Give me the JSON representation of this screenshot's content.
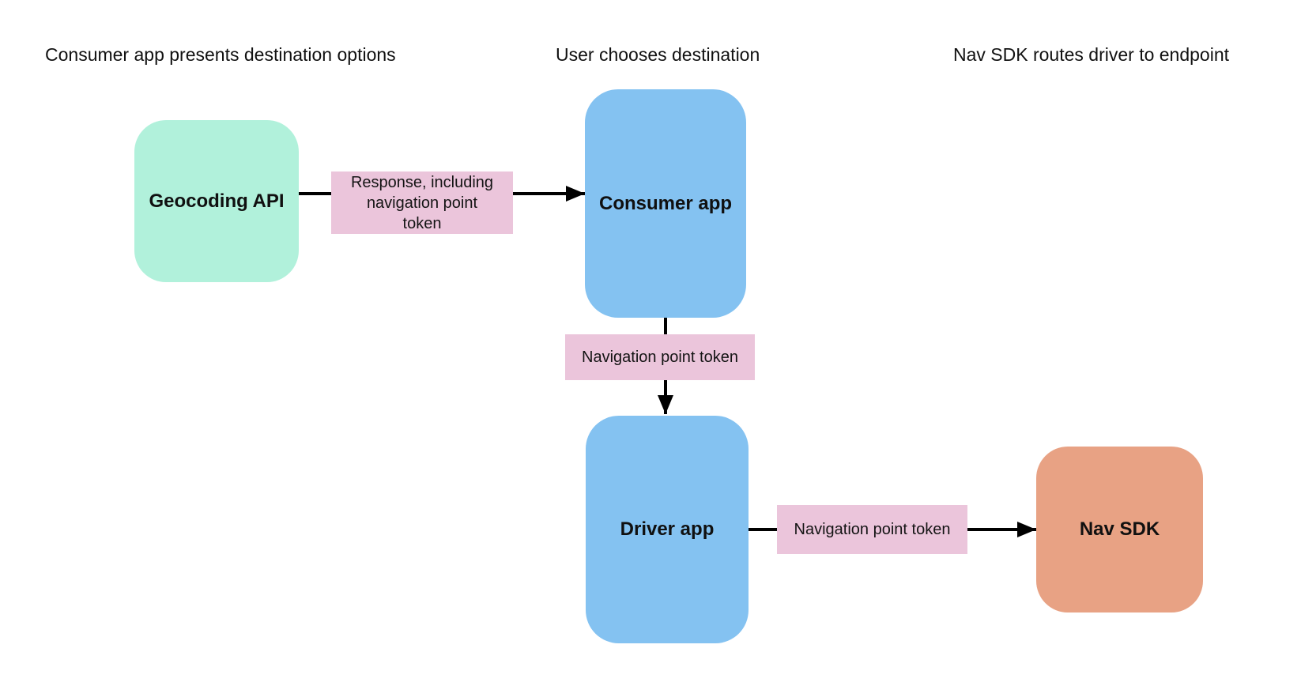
{
  "diagram": {
    "colors": {
      "bg": "#FFFFFF",
      "box_green": "#B1F1DB",
      "box_blue": "#84C2F1",
      "box_orange": "#E8A284",
      "label_pink": "#EBC5DB",
      "arrow": "#000000",
      "text": "#111111"
    },
    "headers": [
      {
        "text": "Consumer app presents destination options"
      },
      {
        "text": "User chooses destination"
      },
      {
        "text": "Nav SDK routes driver to endpoint"
      }
    ],
    "nodes": [
      {
        "id": "geocoding-api",
        "label": "Geocoding API"
      },
      {
        "id": "consumer-app",
        "label": "Consumer app"
      },
      {
        "id": "driver-app",
        "label": "Driver app"
      },
      {
        "id": "nav-sdk",
        "label": "Nav SDK"
      }
    ],
    "edges": [
      {
        "from": "geocoding-api",
        "to": "consumer-app",
        "label": "Response, including navigation point token"
      },
      {
        "from": "consumer-app",
        "to": "driver-app",
        "label": "Navigation point token"
      },
      {
        "from": "driver-app",
        "to": "nav-sdk",
        "label": "Navigation point token"
      }
    ]
  }
}
